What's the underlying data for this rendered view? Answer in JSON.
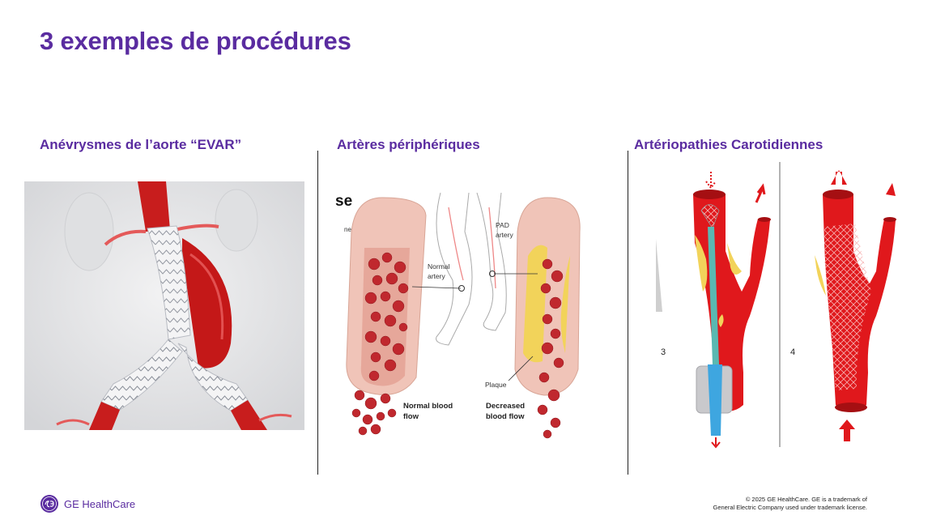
{
  "slide": {
    "title": "3 exemples de procédures"
  },
  "columns": [
    {
      "heading": "Anévrysmes de l’aorte “EVAR”"
    },
    {
      "heading": "Artères périphériques"
    },
    {
      "heading": "Artériopathies Carotidiennes"
    }
  ],
  "pad_figure": {
    "fragment_title": "se",
    "fragment_sub": "ne",
    "pad_label_1": "PAD",
    "pad_label_2": "artery",
    "normal_label_1": "Normal",
    "normal_label_2": "artery",
    "plaque_label": "Plaque",
    "normal_flow_1": "Normal blood",
    "normal_flow_2": "flow",
    "decreased_flow_1": "Decreased",
    "decreased_flow_2": "blood flow"
  },
  "carotid_figure": {
    "step_a": "3",
    "step_b": "4"
  },
  "footer": {
    "brand": "GE HealthCare",
    "legal_1": "© 2025 GE HealthCare. GE is a trademark of",
    "legal_2": "General Electric Company used under trademark license."
  },
  "colors": {
    "accent": "#5a2ca0",
    "artery_red": "#e0181c",
    "plaque_yellow": "#f2d35a"
  }
}
